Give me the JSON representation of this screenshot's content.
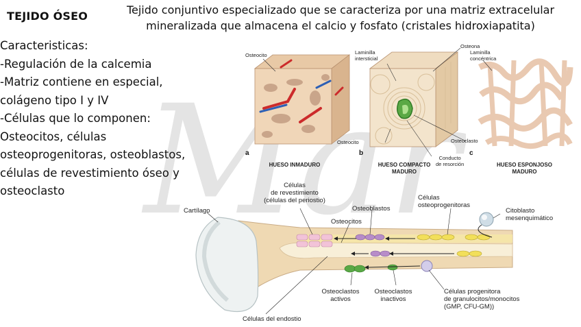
{
  "heading": {
    "title": "TEJIDO ÓSEO"
  },
  "description": {
    "line1": "Tejido conjuntivo especializado que se caracteriza por una matriz extracelular",
    "line2": "mineralizada que almacena el calcio y fosfato (cristales hidroxiapatita)"
  },
  "features": {
    "heading": "Caracteristicas:",
    "lines": [
      " -Regulación de la calcemia",
      " -Matriz contiene en especial,",
      " colágeno tipo I y IV",
      "  -Células que lo componen:",
      " Osteocitos, células",
      " osteoprogenitoras, osteoblastos,",
      " células de revestimiento óseo y",
      " osteoclasto"
    ]
  },
  "watermark": {
    "text": "Mar"
  },
  "diagram_top": {
    "panel_a": {
      "letter": "a",
      "caption": "HUESO INMADURO",
      "osteocito": "Osteocito"
    },
    "panel_b": {
      "letter": "b",
      "caption1": "HUESO COMPACTO",
      "caption2": "MADURO",
      "laminilla_intersticial1": "Laminilla",
      "laminilla_intersticial2": "intersticial",
      "osteona": "Osteona",
      "osteocito": "Osteocito",
      "osteoclasto": "Osteoclasto",
      "conducto1": "Conducto",
      "conducto2": "de resorción"
    },
    "panel_c": {
      "letter": "c",
      "caption1": "HUESO ESPONJOSO",
      "caption2": "MADURO",
      "laminilla_concentrica1": "Laminilla",
      "laminilla_concentrica2": "concéntrica"
    }
  },
  "diagram_bottom": {
    "cartilago": "Cartílago",
    "revestimiento1": "Células",
    "revestimiento2": "de revestimiento",
    "revestimiento3": "(células del periostio)",
    "osteoblastos": "Osteoblastos",
    "osteoprogenitoras1": "Células",
    "osteoprogenitoras2": "osteoprogenitoras",
    "citoblasto1": "Citoblasto",
    "citoblasto2": "mesenquimático",
    "osteocitos": "Osteocitos",
    "osteoclastos_activos1": "Osteoclastos",
    "osteoclastos_activos2": "activos",
    "osteoclastos_inactivos1": "Osteoclastos",
    "osteoclastos_inactivos2": "inactivos",
    "progenitora1": "Células progenitora",
    "progenitora2": "de granulocitos/monocitos",
    "progenitora3": "(GMP, CFU-GM))",
    "endostio": "Células del endostio"
  },
  "colors": {
    "bone": "#f0d9b5",
    "marrow": "#f7ecd2",
    "osteoblast": "#b78cc8",
    "osteoclast": "#5aa845",
    "progenitor": "#f2df5a",
    "vessel_red": "#cc2b2b",
    "vessel_blue": "#2d5fb5"
  }
}
